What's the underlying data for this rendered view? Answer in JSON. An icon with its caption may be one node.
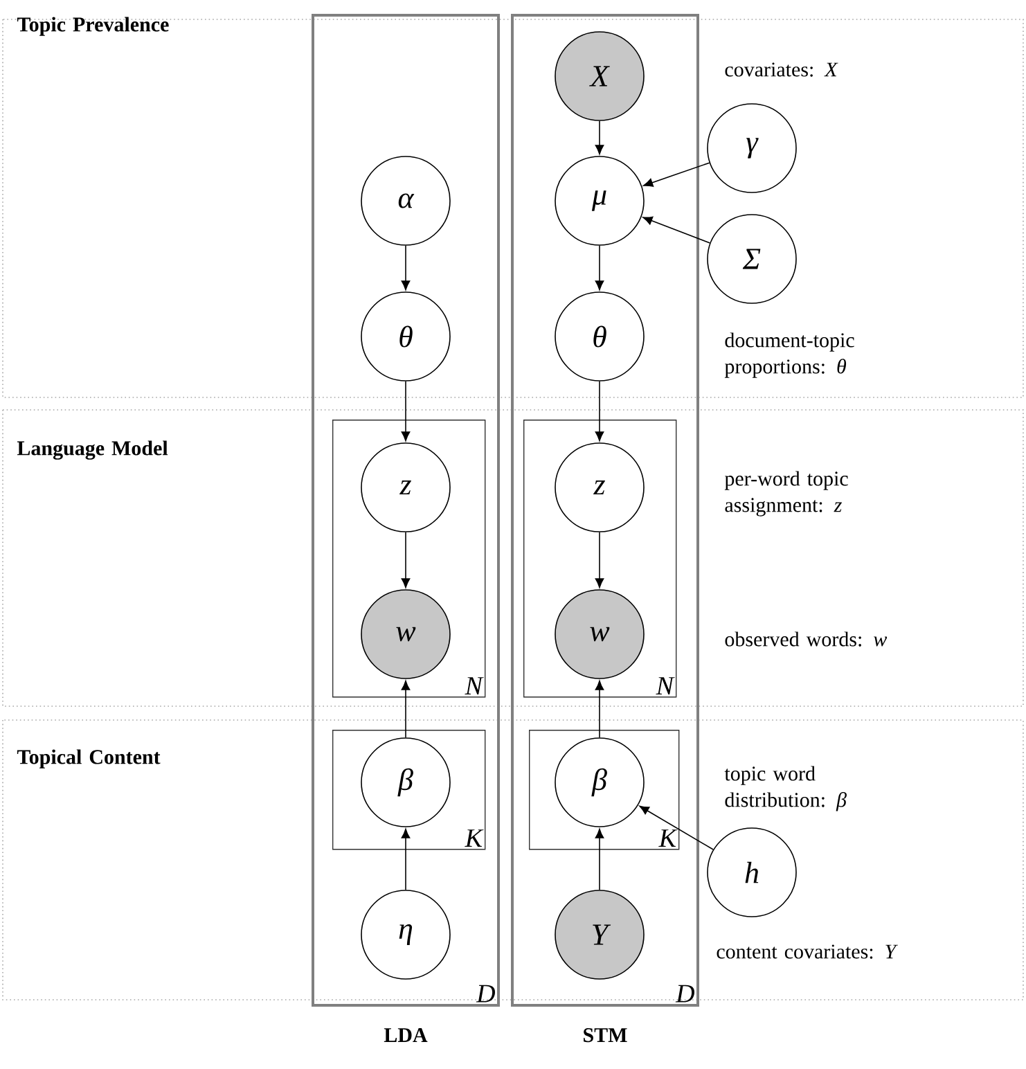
{
  "diagram": {
    "nodes": [
      {
        "text": [
          "LDA",
          "D"
        ]
      },
      {
        "text": [
          "STM",
          "D"
        ]
      },
      {
        "text": [
          "α"
        ],
        "in": 0
      },
      {
        "text": [
          "θ"
        ],
        "in": 0
      },
      {
        "text": [
          "N"
        ],
        "in": 0
      },
      {
        "text": [
          "z"
        ],
        "in": 4
      },
      {
        "text": [
          "w"
        ],
        "in": 4
      },
      {
        "text": [
          "K"
        ],
        "in": 0
      },
      {
        "text": [
          "β"
        ],
        "in": 7
      },
      {
        "text": [
          "η"
        ],
        "in": 0
      },
      {
        "text": [
          "X"
        ],
        "in": 1
      },
      {
        "text": [
          "μ"
        ],
        "in": 1
      },
      {
        "text": [
          "θ"
        ],
        "in": 1
      },
      {
        "text": [
          "N"
        ],
        "in": 1
      },
      {
        "text": [
          "z"
        ],
        "in": 13
      },
      {
        "text": [
          "w"
        ],
        "in": 13
      },
      {
        "text": [
          "K"
        ],
        "in": 1
      },
      {
        "text": [
          "β"
        ],
        "in": 16
      },
      {
        "text": [
          "Y"
        ],
        "in": 1
      },
      {
        "text": [
          "γ"
        ]
      },
      {
        "text": [
          "Σ"
        ]
      },
      {
        "text": [
          "h"
        ]
      }
    ],
    "edges": [
      {
        "from": 2,
        "to": 3,
        "arrow": "to"
      },
      {
        "from": 3,
        "to": 5,
        "arrow": "to"
      },
      {
        "from": 5,
        "to": 6,
        "arrow": "to"
      },
      {
        "from": 8,
        "to": 6,
        "arrow": "to"
      },
      {
        "from": 9,
        "to": 8,
        "arrow": "to"
      },
      {
        "from": 10,
        "to": 11,
        "arrow": "to"
      },
      {
        "from": 19,
        "to": 11,
        "arrow": "to"
      },
      {
        "from": 20,
        "to": 11,
        "arrow": "to"
      },
      {
        "from": 11,
        "to": 12,
        "arrow": "to"
      },
      {
        "from": 12,
        "to": 14,
        "arrow": "to"
      },
      {
        "from": 14,
        "to": 15,
        "arrow": "to"
      },
      {
        "from": 17,
        "to": 15,
        "arrow": "to"
      },
      {
        "from": 18,
        "to": 17,
        "arrow": "to"
      },
      {
        "from": 21,
        "to": 17,
        "arrow": "to"
      }
    ],
    "labels": [
      "Topic Prevalence",
      "covariates: *X*",
      "document-topic proportions: *θ*",
      "Language Model",
      "per-word topic assignment: *z*",
      "observed words: *w*",
      "Topical Content",
      "topic word distribution: *β*",
      "content covariates: *Y*"
    ]
  }
}
